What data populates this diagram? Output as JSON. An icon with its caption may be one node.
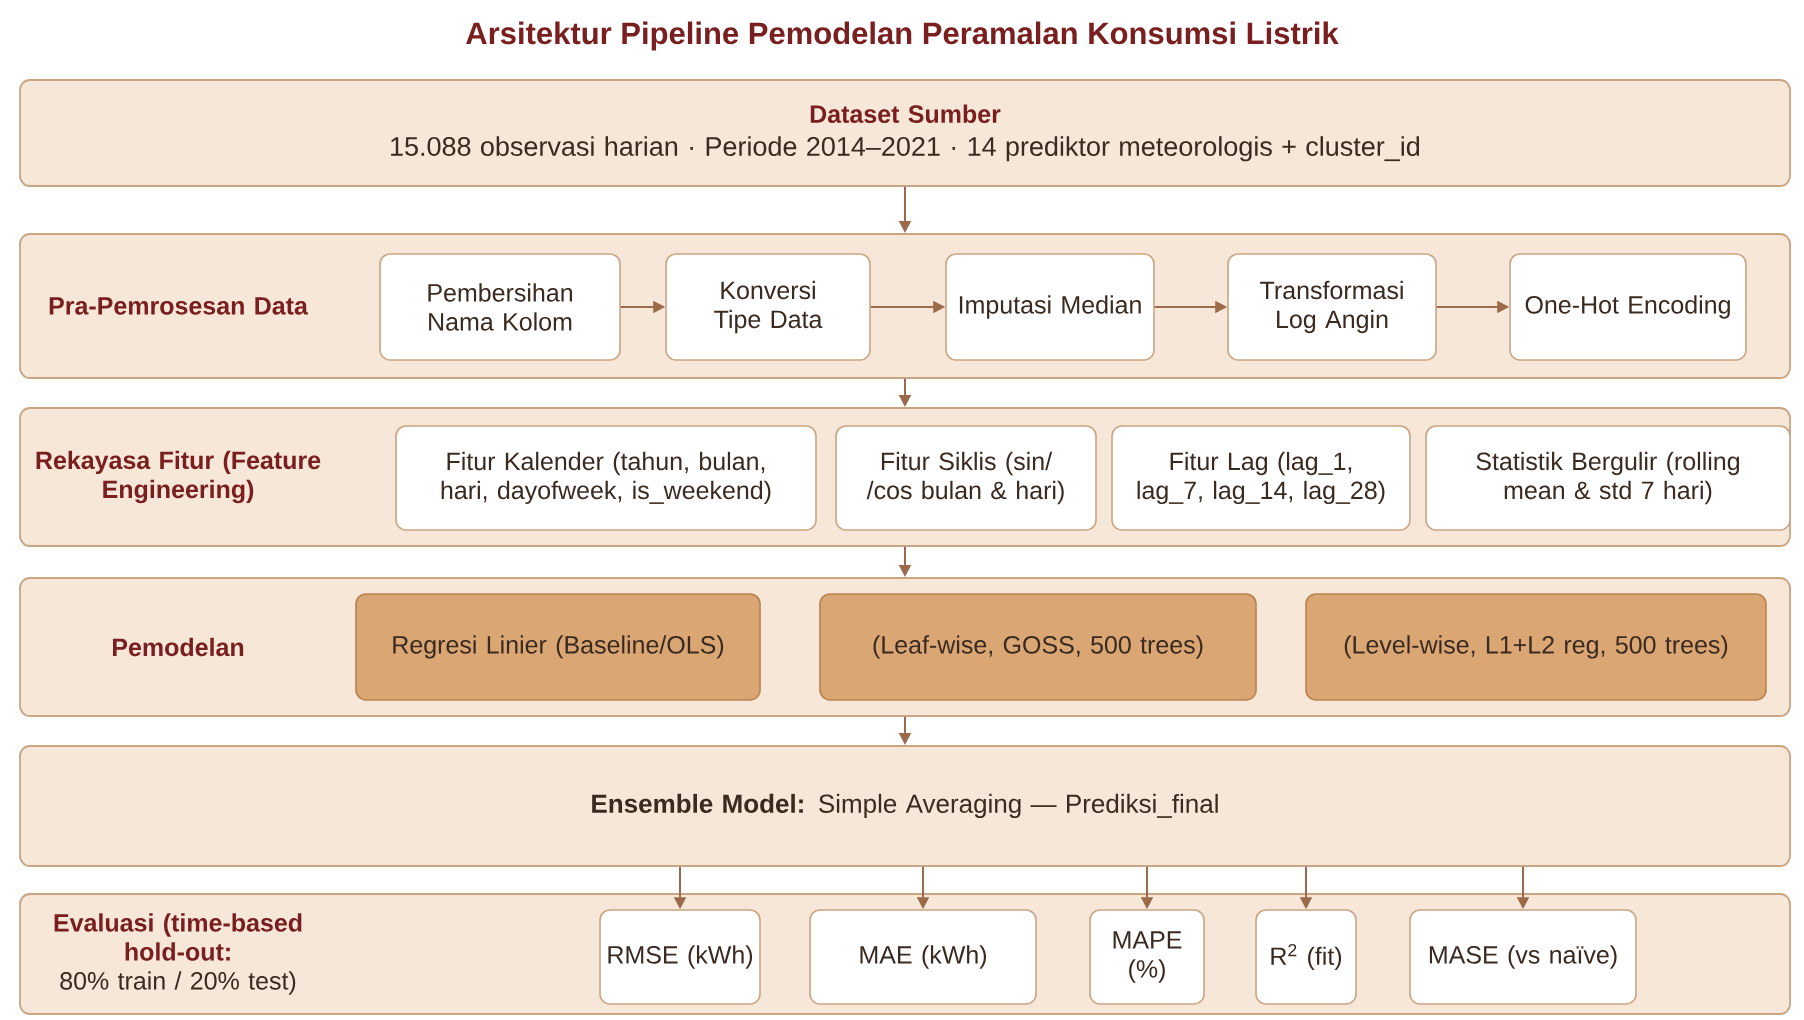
{
  "diagram": {
    "title": "Arsitektur Pipeline Pemodelan Peramalan Konsumsi Listrik",
    "nodes": [
      {
        "text": [
          "Dataset Sumber",
          "15.088 observasi harian · Periode 2014–2021 · 14 prediktor meteorologis + cluster_id"
        ]
      },
      {
        "text": [
          "Pra-Pemrosesan Data"
        ]
      },
      {
        "text": [
          "Pembersihan Nama Kolom"
        ],
        "in": 1
      },
      {
        "text": [
          "Konversi Tipe Data"
        ],
        "in": 1
      },
      {
        "text": [
          "Imputasi Median"
        ],
        "in": 1
      },
      {
        "text": [
          "Transformasi Log Angin"
        ],
        "in": 1
      },
      {
        "text": [
          "One-Hot Encoding"
        ],
        "in": 1
      },
      {
        "text": [
          "Rekayasa Fitur (Feature Engineering)"
        ]
      },
      {
        "text": [
          "Fitur Kalender (tahun, bulan, hari, dayofweek, is_weekend)"
        ],
        "in": 7
      },
      {
        "text": [
          "Fitur Siklis (sin/ /cos bulan & hari)"
        ],
        "in": 7
      },
      {
        "text": [
          "Fitur Lag (lag_1, lag_7, lag_14, lag_28)"
        ],
        "in": 7
      },
      {
        "text": [
          "Statistik Bergulir (rolling mean & std 7 hari)"
        ],
        "in": 7
      },
      {
        "text": [
          "Pemodelan"
        ]
      },
      {
        "text": [
          "Regresi Linier (Baseline/OLS)"
        ],
        "in": 12
      },
      {
        "text": [
          "(Leaf-wise, GOSS, 500 trees)"
        ],
        "in": 12
      },
      {
        "text": [
          "(Level-wise, L1+L2 reg, 500 trees)"
        ],
        "in": 12
      },
      {
        "text": [
          "**Ensemble Model:** Simple Averaging — Prediksi_final"
        ]
      },
      {
        "text": [
          "Evaluasi (time-based hold-out:",
          "80% train / 20% test)"
        ]
      },
      {
        "text": [
          "RMSE (kWh)"
        ],
        "in": 17
      },
      {
        "text": [
          "MAE (kWh)"
        ],
        "in": 17
      },
      {
        "text": [
          "MAPE (%)"
        ],
        "in": 17
      },
      {
        "text": [
          "R$^{2}$ (fit)"
        ],
        "in": 17
      },
      {
        "text": [
          "MASE (vs naïve)"
        ],
        "in": 17
      }
    ],
    "edges": [
      {
        "from": 0,
        "to": 1,
        "arrow": "to"
      },
      {
        "from": 2,
        "to": 3,
        "arrow": "to"
      },
      {
        "from": 3,
        "to": 4,
        "arrow": "to"
      },
      {
        "from": 4,
        "to": 5,
        "arrow": "to"
      },
      {
        "from": 5,
        "to": 6,
        "arrow": "to"
      },
      {
        "from": 1,
        "to": 7,
        "arrow": "to"
      },
      {
        "from": 7,
        "to": 12,
        "arrow": "to"
      },
      {
        "from": 12,
        "to": 16,
        "arrow": "to"
      },
      {
        "from": 16,
        "to": 18,
        "arrow": "to"
      },
      {
        "from": 16,
        "to": 19,
        "arrow": "to"
      },
      {
        "from": 16,
        "to": 20,
        "arrow": "to"
      },
      {
        "from": 16,
        "to": 21,
        "arrow": "to"
      },
      {
        "from": 16,
        "to": 22,
        "arrow": "to"
      }
    ]
  }
}
